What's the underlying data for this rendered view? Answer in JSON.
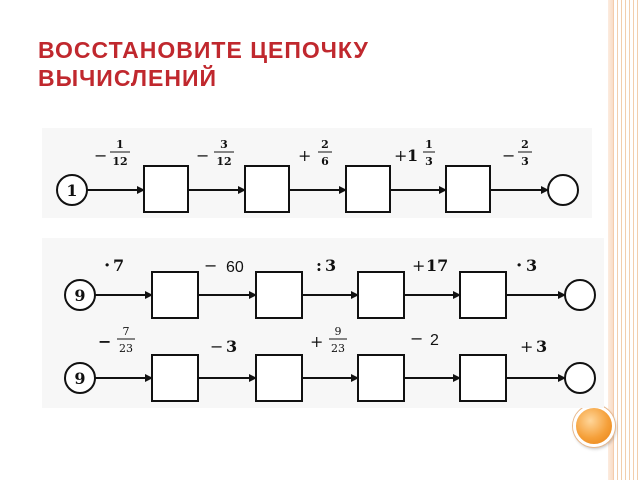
{
  "title": {
    "line1": "ВОССТАНОВИТЕ ЦЕПОЧКУ",
    "line2": "ВЫЧИСЛЕНИЙ"
  },
  "chains": [
    {
      "start": "1",
      "ops": [
        {
          "sign": "−",
          "whole": "",
          "num": "1",
          "den": "12"
        },
        {
          "sign": "−",
          "whole": "",
          "num": "3",
          "den": "12"
        },
        {
          "sign": "+",
          "whole": "",
          "num": "2",
          "den": "6"
        },
        {
          "sign": "+",
          "whole": "1",
          "num": "1",
          "den": "3"
        },
        {
          "sign": "−",
          "whole": "",
          "num": "2",
          "den": "3"
        }
      ]
    },
    {
      "start": "9",
      "ops": [
        {
          "sign": "·",
          "value": "7"
        },
        {
          "sign": "−",
          "value": "60"
        },
        {
          "sign": ":",
          "value": "3"
        },
        {
          "sign": "+",
          "value": "17"
        },
        {
          "sign": "·",
          "value": "3"
        }
      ]
    },
    {
      "start": "9",
      "ops": [
        {
          "sign": "−",
          "whole": "",
          "num": "7",
          "den": "23"
        },
        {
          "sign": "−",
          "value": "3"
        },
        {
          "sign": "+",
          "whole": "",
          "num": "9",
          "den": "23"
        },
        {
          "sign": "−",
          "value": "2"
        },
        {
          "sign": "+",
          "value": "3"
        }
      ]
    }
  ]
}
